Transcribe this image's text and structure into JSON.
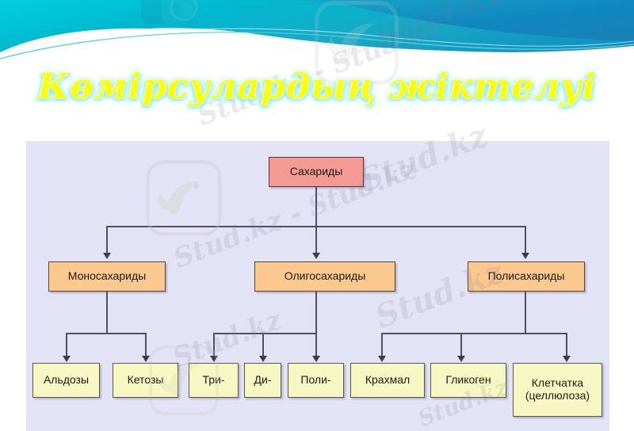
{
  "slide": {
    "title": "Көмірсулардың жіктелуі",
    "language": "kk"
  },
  "colors": {
    "banner_gradient_start": "#00b3c8",
    "banner_gradient_end": "#12a8b8",
    "banner_deep": "#0d7fb5",
    "banner_wave_light": "#3fd1e0",
    "title_fill": "#ffff00",
    "title_glow": "#9ff0f0",
    "panel_background": "#e3e3f8",
    "node_root_fill": "#f29a93",
    "node_level1_fill": "#fbc98e",
    "node_level2_fill": "#f7f7c4",
    "connector": "#4e4e6b",
    "watermark": "#78788c"
  },
  "diagram": {
    "type": "tree",
    "root": {
      "id": "sakharidy",
      "label": "Сахариды",
      "level": 0
    },
    "level1": [
      {
        "id": "monosakharidy",
        "label": "Моносахариды",
        "level": 1
      },
      {
        "id": "oligosakharidy",
        "label": "Олигосахариды",
        "level": 1
      },
      {
        "id": "polisakharidy",
        "label": "Полисахариды",
        "level": 1
      }
    ],
    "level2": [
      {
        "id": "aldozy",
        "label": "Альдозы",
        "parent": "monosakharidy"
      },
      {
        "id": "ketozy",
        "label": "Кетозы",
        "parent": "monosakharidy"
      },
      {
        "id": "tri",
        "label": "Три-",
        "parent": "oligosakharidy"
      },
      {
        "id": "di",
        "label": "Ди-",
        "parent": "oligosakharidy"
      },
      {
        "id": "poli",
        "label": "Поли-",
        "parent": "oligosakharidy"
      },
      {
        "id": "krakhmal",
        "label": "Крахмал",
        "parent": "polisakharidy"
      },
      {
        "id": "glikogen",
        "label": "Гликоген",
        "parent": "polisakharidy"
      },
      {
        "id": "kletchatka",
        "label": "Клетчатка\n(целлюлоза)",
        "parent": "polisakharidy"
      }
    ]
  },
  "watermarks": [
    {
      "id": "wm-1",
      "text": "Stud.kz"
    },
    {
      "id": "wm-2",
      "text": "Stud.kz - Stud.kz"
    },
    {
      "id": "wm-3",
      "text": "Stud.kz"
    },
    {
      "id": "wm-4",
      "text": "Stud.kz - Stud.kz"
    },
    {
      "id": "wm-5",
      "text": "Stud.kz"
    },
    {
      "id": "wm-6",
      "text": "Stud.kz"
    },
    {
      "id": "wm-7",
      "text": "Stud.kz"
    }
  ]
}
